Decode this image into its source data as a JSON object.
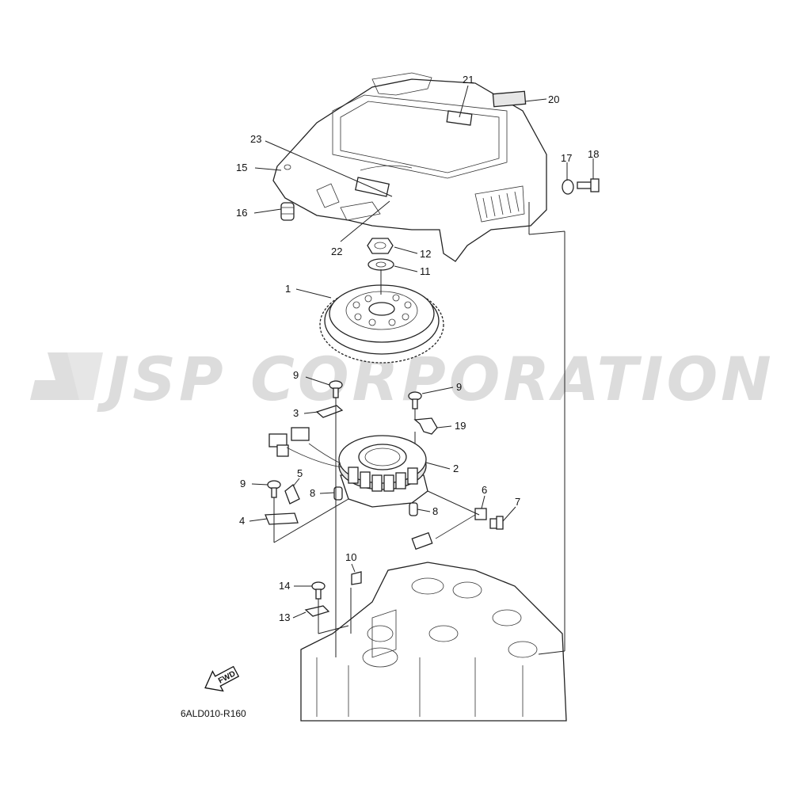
{
  "diagram": {
    "watermark": "JSP CORPORATION",
    "figure_code": "6ALD010-R160",
    "direction_arrow_label": "FWD",
    "callouts": [
      {
        "id": "c21",
        "label": "21"
      },
      {
        "id": "c20",
        "label": "20"
      },
      {
        "id": "c23",
        "label": "23"
      },
      {
        "id": "c15",
        "label": "15"
      },
      {
        "id": "c17",
        "label": "17"
      },
      {
        "id": "c18",
        "label": "18"
      },
      {
        "id": "c16",
        "label": "16"
      },
      {
        "id": "c22",
        "label": "22"
      },
      {
        "id": "c12",
        "label": "12"
      },
      {
        "id": "c11",
        "label": "11"
      },
      {
        "id": "c1",
        "label": "1"
      },
      {
        "id": "c9a",
        "label": "9"
      },
      {
        "id": "c9b",
        "label": "9"
      },
      {
        "id": "c3",
        "label": "3"
      },
      {
        "id": "c19",
        "label": "19"
      },
      {
        "id": "c2",
        "label": "2"
      },
      {
        "id": "c9c",
        "label": "9"
      },
      {
        "id": "c5",
        "label": "5"
      },
      {
        "id": "c8a",
        "label": "8"
      },
      {
        "id": "c6",
        "label": "6"
      },
      {
        "id": "c7",
        "label": "7"
      },
      {
        "id": "c4",
        "label": "4"
      },
      {
        "id": "c8b",
        "label": "8"
      },
      {
        "id": "c10",
        "label": "10"
      },
      {
        "id": "c14",
        "label": "14"
      },
      {
        "id": "c13",
        "label": "13"
      }
    ]
  }
}
